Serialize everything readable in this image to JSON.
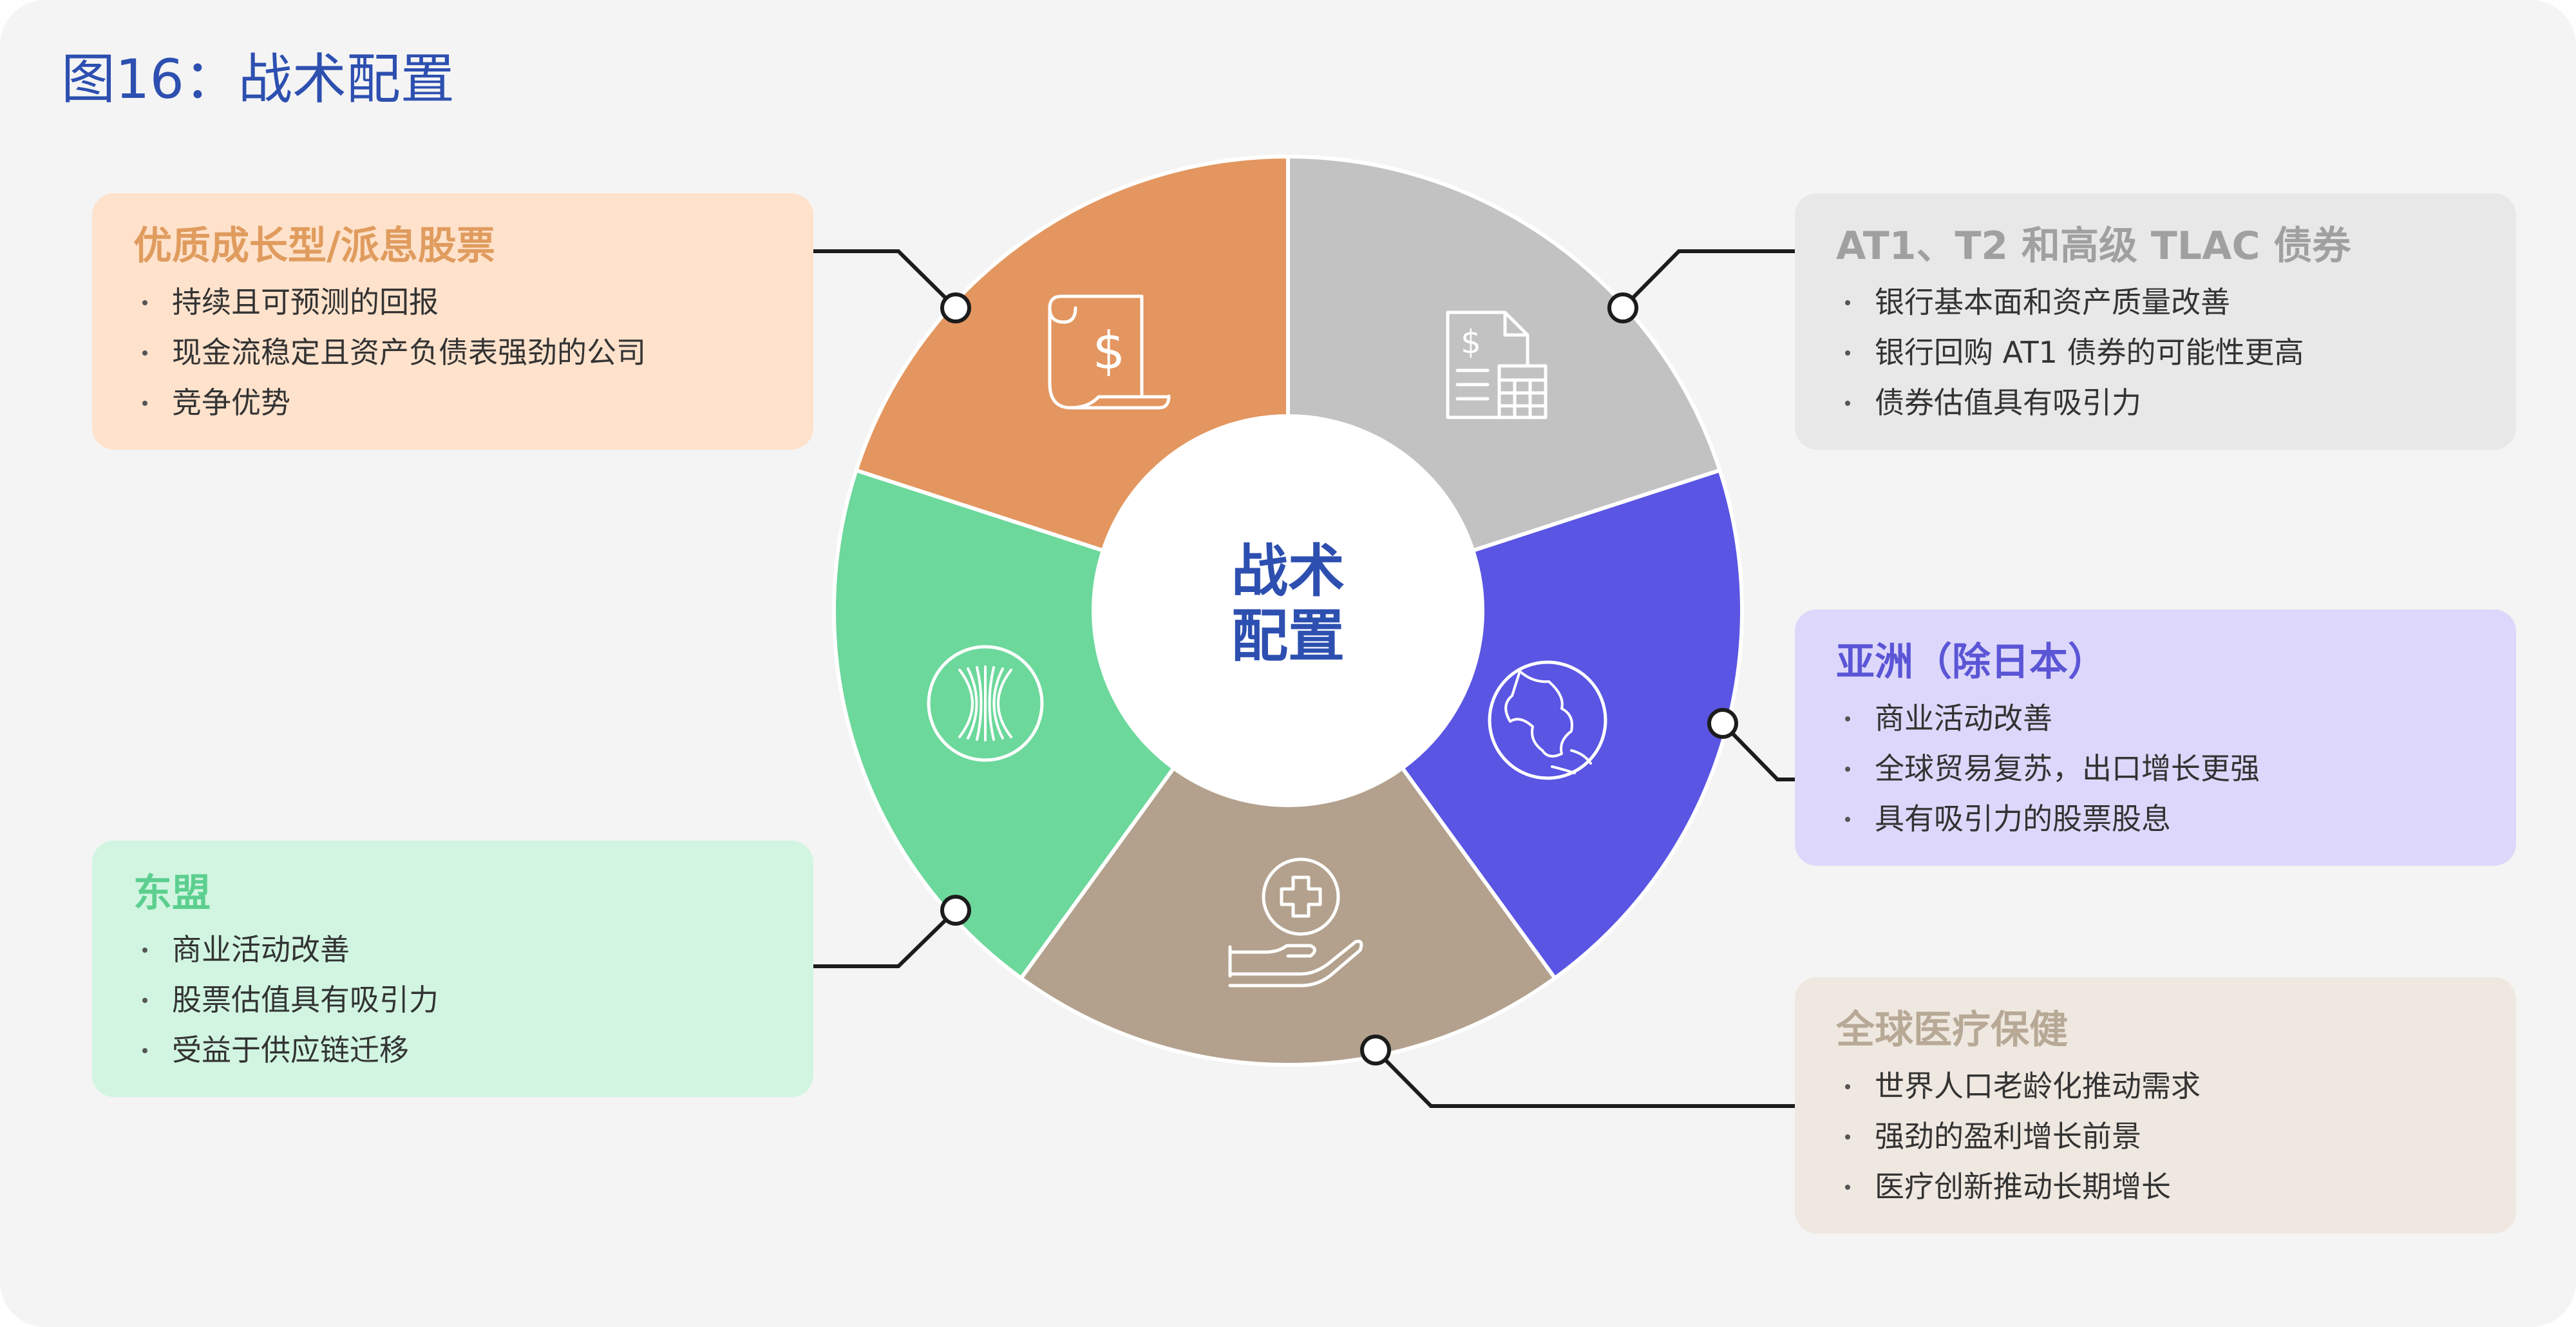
{
  "title": "图16：战术配置",
  "center": {
    "line1": "战术",
    "line2": "配置"
  },
  "colors": {
    "growth": "#e3965f",
    "bank": "#c2c2c2",
    "asia": "#5a55e3",
    "health": "#b3a18d",
    "asean": "#6cd89b",
    "title": "#2d4fb0"
  },
  "segments": [
    {
      "key": "growth",
      "icon": "receipt-dollar-icon",
      "title": "优质成长型/派息股票",
      "bullets": [
        "持续且可预测的回报",
        "现金流稳定且资产负债表强劲的公司",
        "竞争优势"
      ]
    },
    {
      "key": "bank",
      "icon": "document-dollar-calculator-icon",
      "title": "AT1、T2 和高级 TLAC 债券",
      "bullets": [
        "银行基本面和资产质量改善",
        "银行回购 AT1 债券的可能性更高",
        "债券估值具有吸引力"
      ]
    },
    {
      "key": "asia",
      "icon": "globe-asia-icon",
      "title": "亚洲（除日本）",
      "bullets": [
        "商业活动改善",
        "全球贸易复苏，出口增长更强",
        "具有吸引力的股票股息"
      ]
    },
    {
      "key": "health",
      "icon": "hand-medical-cross-icon",
      "title": "全球医疗保健",
      "bullets": [
        "世界人口老龄化推动需求",
        "强劲的盈利增长前景",
        "医疗创新推动长期增长"
      ]
    },
    {
      "key": "asean",
      "icon": "asean-emblem-icon",
      "title": "东盟",
      "bullets": [
        "商业活动改善",
        "股票估值具有吸引力",
        "受益于供应链迁移"
      ]
    }
  ]
}
